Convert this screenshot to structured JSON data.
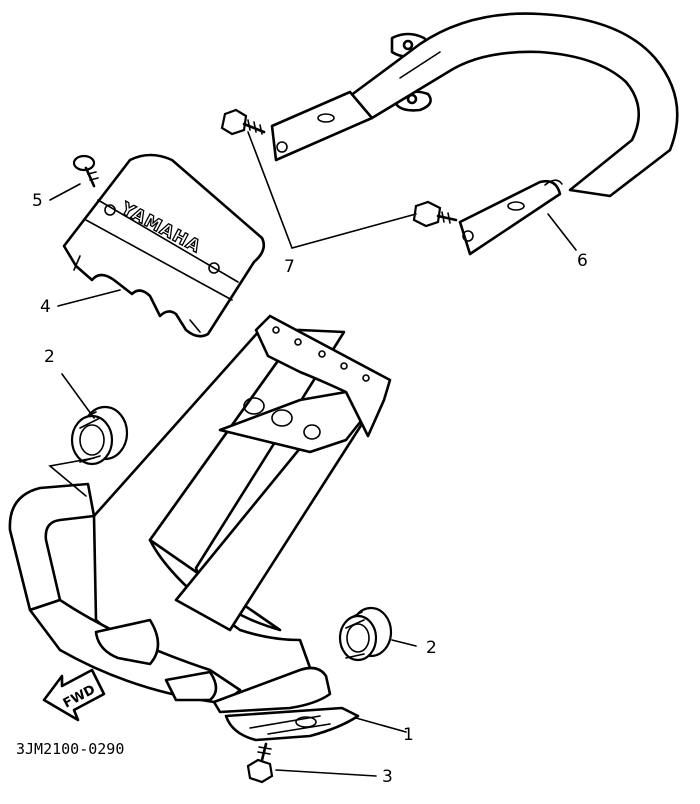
{
  "diagram": {
    "part_code": "3JM2100-0290",
    "brand_mark": "YAMAHA",
    "direction_arrow": "FWD",
    "callouts": [
      "1",
      "2",
      "2",
      "3",
      "4",
      "5",
      "6",
      "7"
    ]
  }
}
